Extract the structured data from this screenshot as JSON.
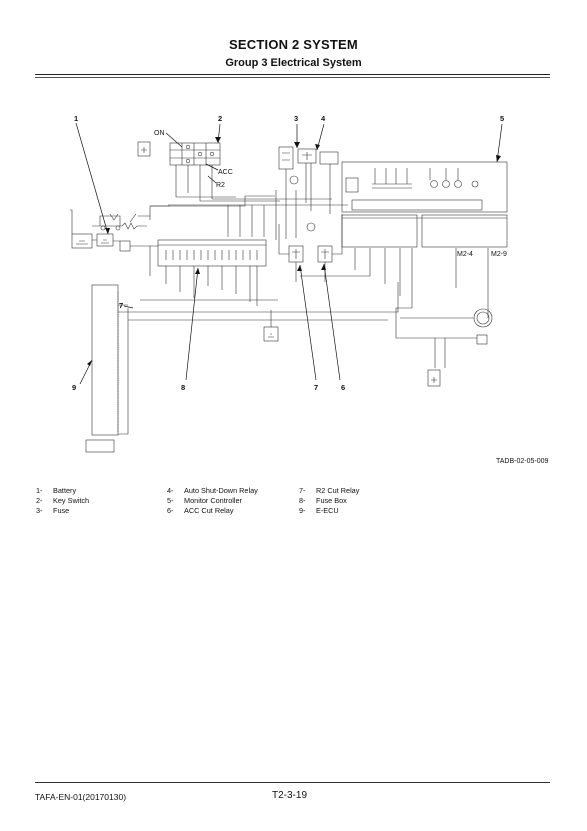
{
  "header": {
    "section_title": "SECTION 2 SYSTEM",
    "group_title": "Group 3 Electrical System"
  },
  "diagram": {
    "callouts": [
      "1",
      "2",
      "3",
      "4",
      "5",
      "6",
      "7",
      "8",
      "9",
      "7"
    ],
    "labels": {
      "on": "ON",
      "acc": "ACC",
      "r2": "R2",
      "m2_4": "M2-4",
      "m2_9": "M2-9"
    },
    "figure_code": "TADB-02-05-009"
  },
  "legend": [
    {
      "num": "1-",
      "text": "Battery"
    },
    {
      "num": "2-",
      "text": "Key Switch"
    },
    {
      "num": "3-",
      "text": "Fuse"
    },
    {
      "num": "4-",
      "text": "Auto Shut-Down Relay"
    },
    {
      "num": "5-",
      "text": "Monitor Controller"
    },
    {
      "num": "6-",
      "text": "ACC Cut Relay"
    },
    {
      "num": "7-",
      "text": "R2 Cut Relay"
    },
    {
      "num": "8-",
      "text": "Fuse Box"
    },
    {
      "num": "9-",
      "text": "E-ECU"
    }
  ],
  "footer": {
    "doc_code": "TAFA-EN-01(20170130)",
    "page_number": "T2-3-19"
  }
}
